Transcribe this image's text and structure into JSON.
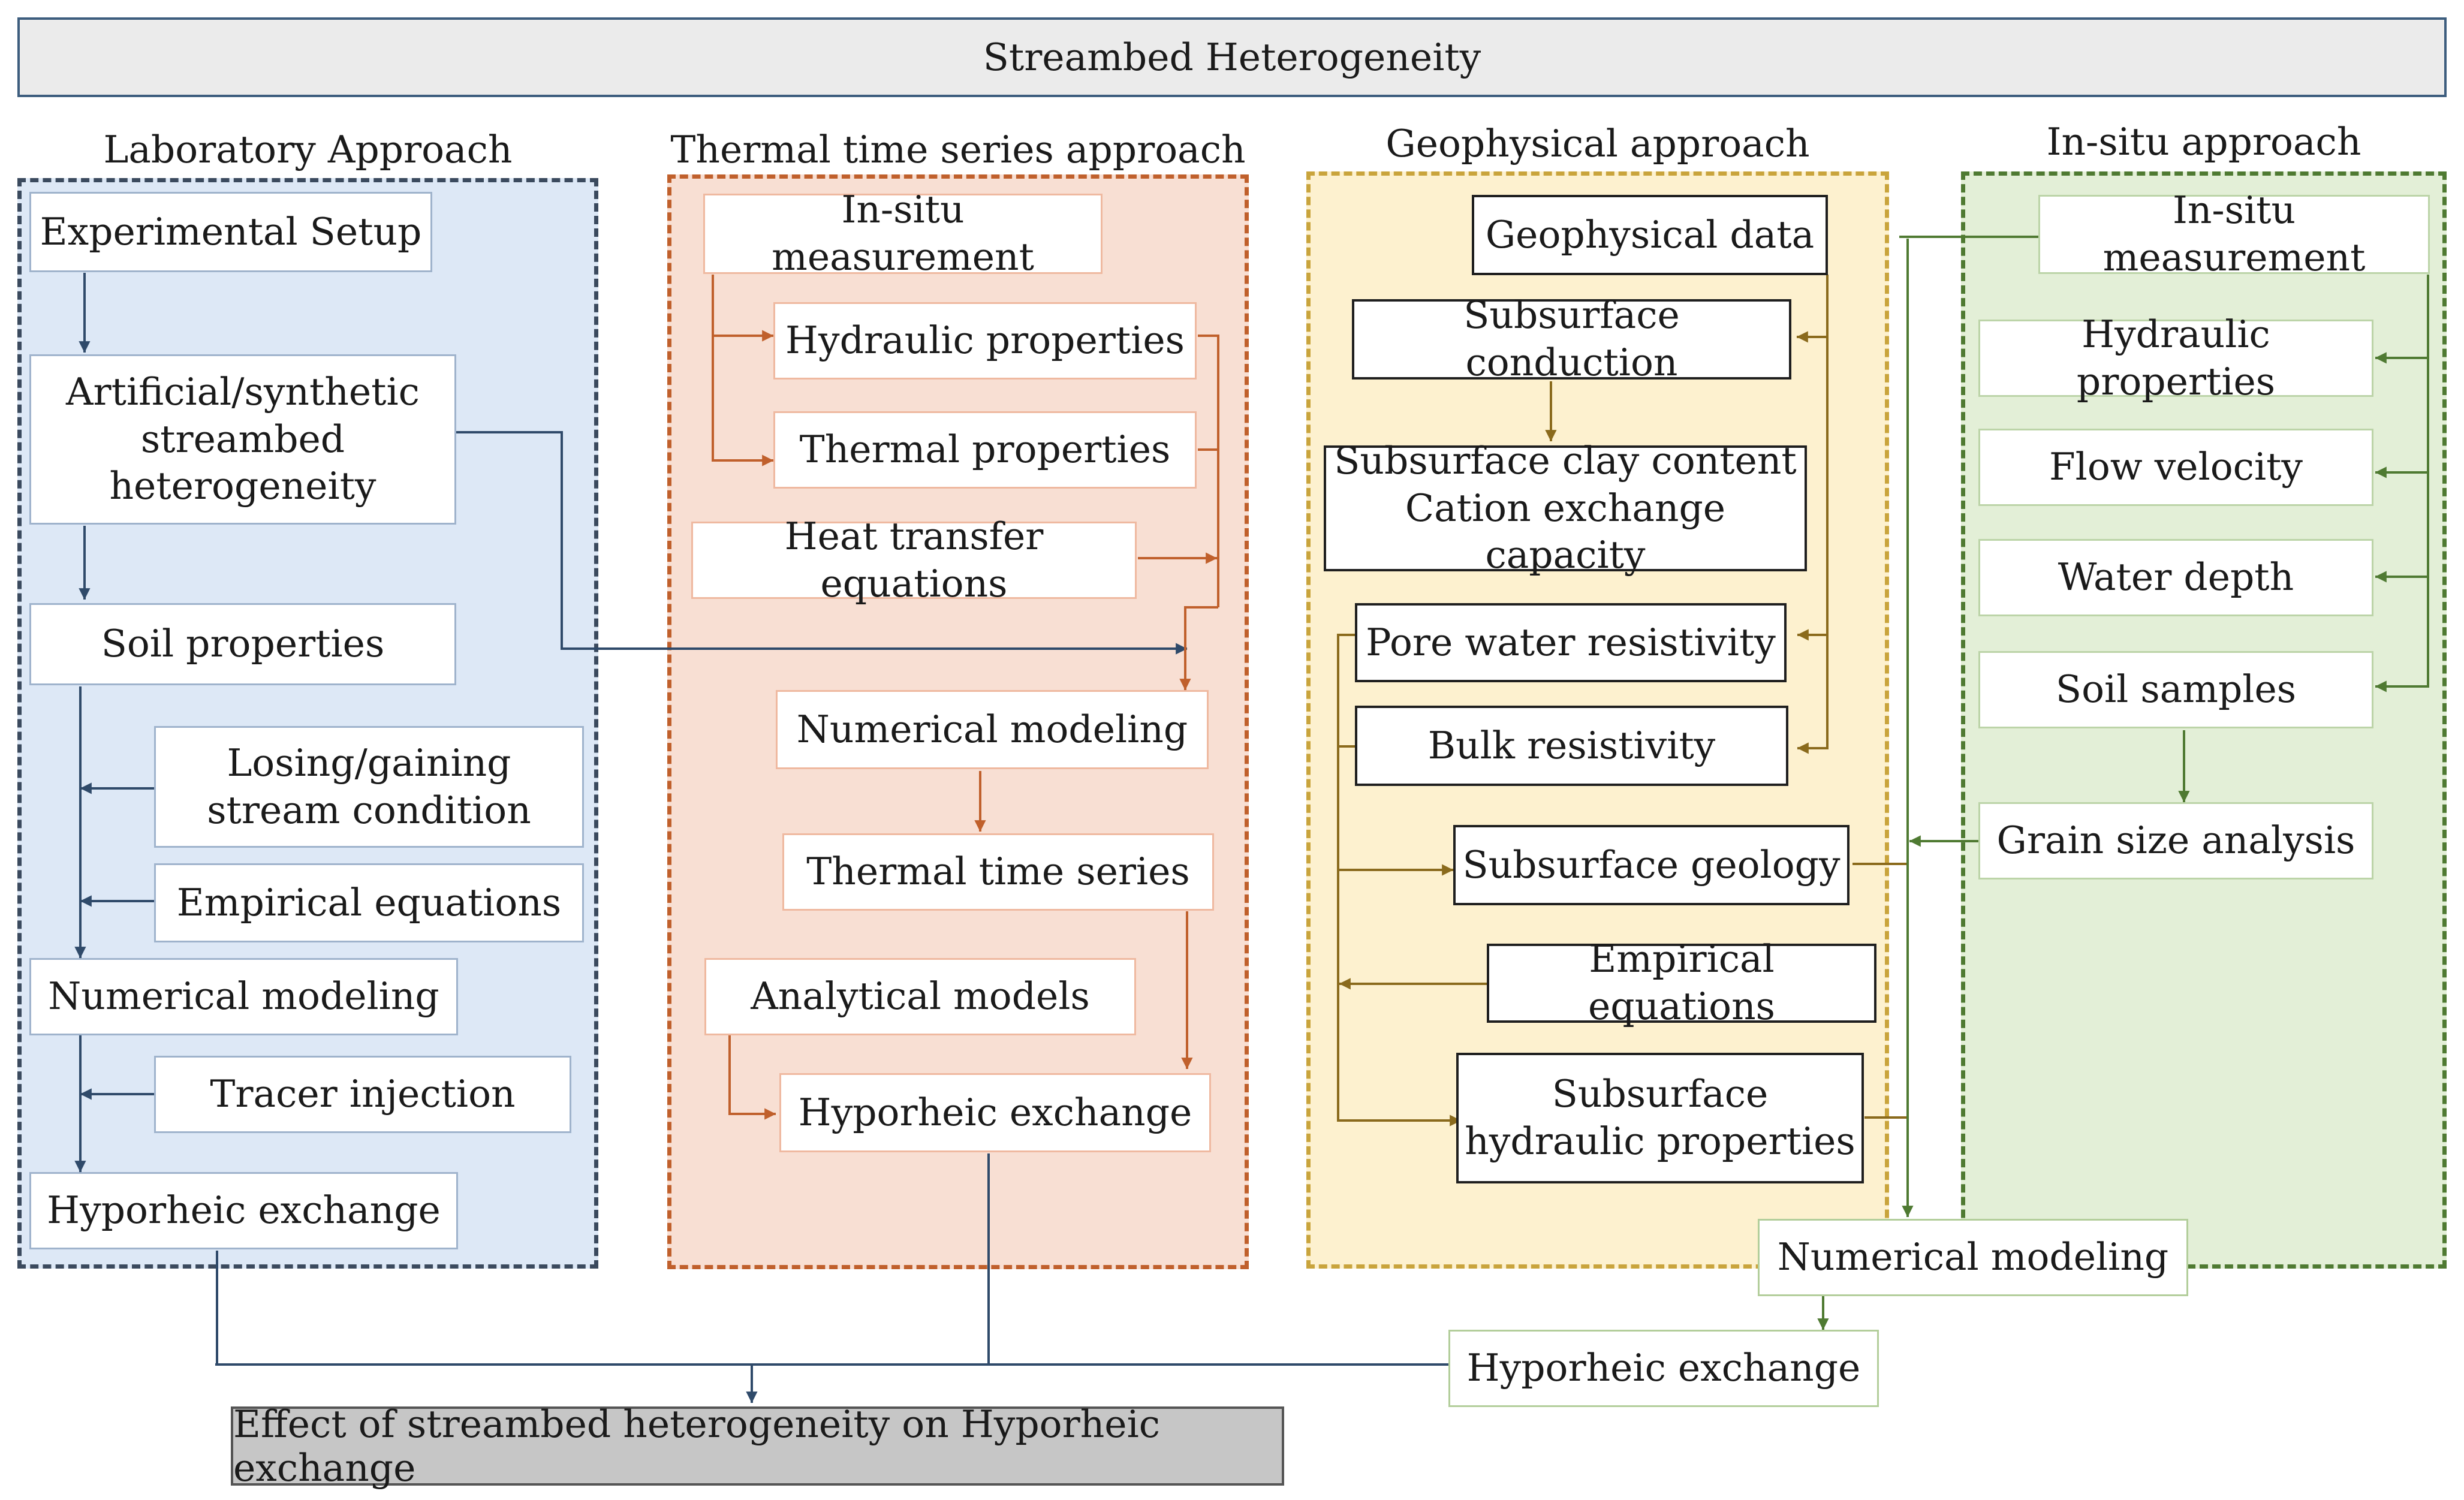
{
  "title": "Streambed Heterogeneity",
  "result": "Effect of streambed heterogeneity on Hyporheic exchange",
  "colors": {
    "laboratory": "#3b4a5e",
    "thermal": "#c0602c",
    "geophysical": "#8a6a1c",
    "in_situ": "#4f7a32",
    "shared": "#2f4a6a"
  },
  "laboratory": {
    "heading": "Laboratory Approach",
    "boxes": [
      "Experimental Setup",
      "Artificial/synthetic streambed heterogeneity",
      "Soil properties",
      "Losing/gaining stream condition",
      "Empirical equations",
      "Numerical modeling",
      "Tracer injection",
      "Hyporheic exchange"
    ]
  },
  "thermal": {
    "heading": "Thermal time series approach",
    "boxes": [
      "In-situ measurement",
      "Hydraulic properties",
      "Thermal properties",
      "Heat transfer equations",
      "Numerical modeling",
      "Thermal time series",
      "Analytical models",
      "Hyporheic exchange"
    ]
  },
  "geophysical": {
    "heading": "Geophysical approach",
    "boxes": [
      "Geophysical data",
      "Subsurface conduction",
      "Subsurface clay content Cation exchange capacity",
      "Pore water resistivity",
      "Bulk resistivity",
      "Subsurface geology",
      "Empirical equations",
      "Subsurface hydraulic properties"
    ]
  },
  "in_situ": {
    "heading": "In-situ approach",
    "boxes": [
      "In-situ measurement",
      "Hydraulic properties",
      "Flow velocity",
      "Water depth",
      "Soil samples",
      "Grain size analysis"
    ]
  },
  "shared": {
    "numerical_modeling": "Numerical modeling",
    "hyporheic_exchange": "Hyporheic exchange"
  }
}
